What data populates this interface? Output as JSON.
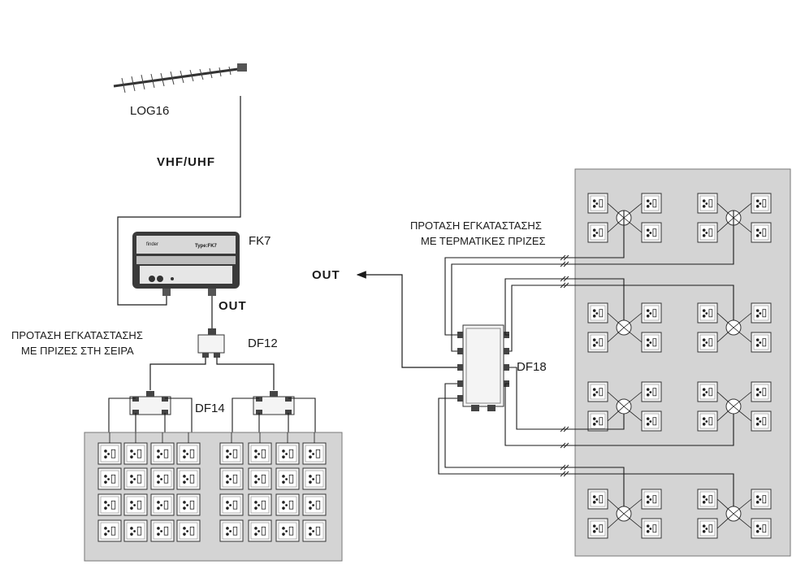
{
  "labels": {
    "antenna": "LOG16",
    "band": "VHF/UHF",
    "amplifier": "FK7",
    "amp_out": "OUT",
    "df12": "DF12",
    "df14": "DF14",
    "df18": "DF18",
    "out_right": "OUT",
    "series_title_1": "ΠΡΟΤΑΣΗ ΕΓΚΑΤΑΣΤΑΣΗΣ",
    "series_title_2": "ΜΕ ΠΡΙΖΕΣ ΣΤΗ ΣΕΙΡΑ",
    "terminal_title_1": "ΠΡΟΤΑΣΗ ΕΓΚΑΤΑΣΤΑΣΗΣ",
    "terminal_title_2": "ΜΕ ΤΕΡΜΑΤΙΚΕΣ ΠΡΙΖΕΣ"
  },
  "amplifier_panel": {
    "brand": "finder",
    "model": "Type:FK7"
  },
  "colors": {
    "panel_fill": "#d4d4d4",
    "line": "#1a1a1a",
    "socket_fill": "#ffffff"
  },
  "series_grid": {
    "groups": 2,
    "columns_per_group": 4,
    "rows": 4
  },
  "terminal_grid": {
    "cluster_rows": 4,
    "cluster_cols": 2,
    "sockets_per_cluster": 4
  }
}
